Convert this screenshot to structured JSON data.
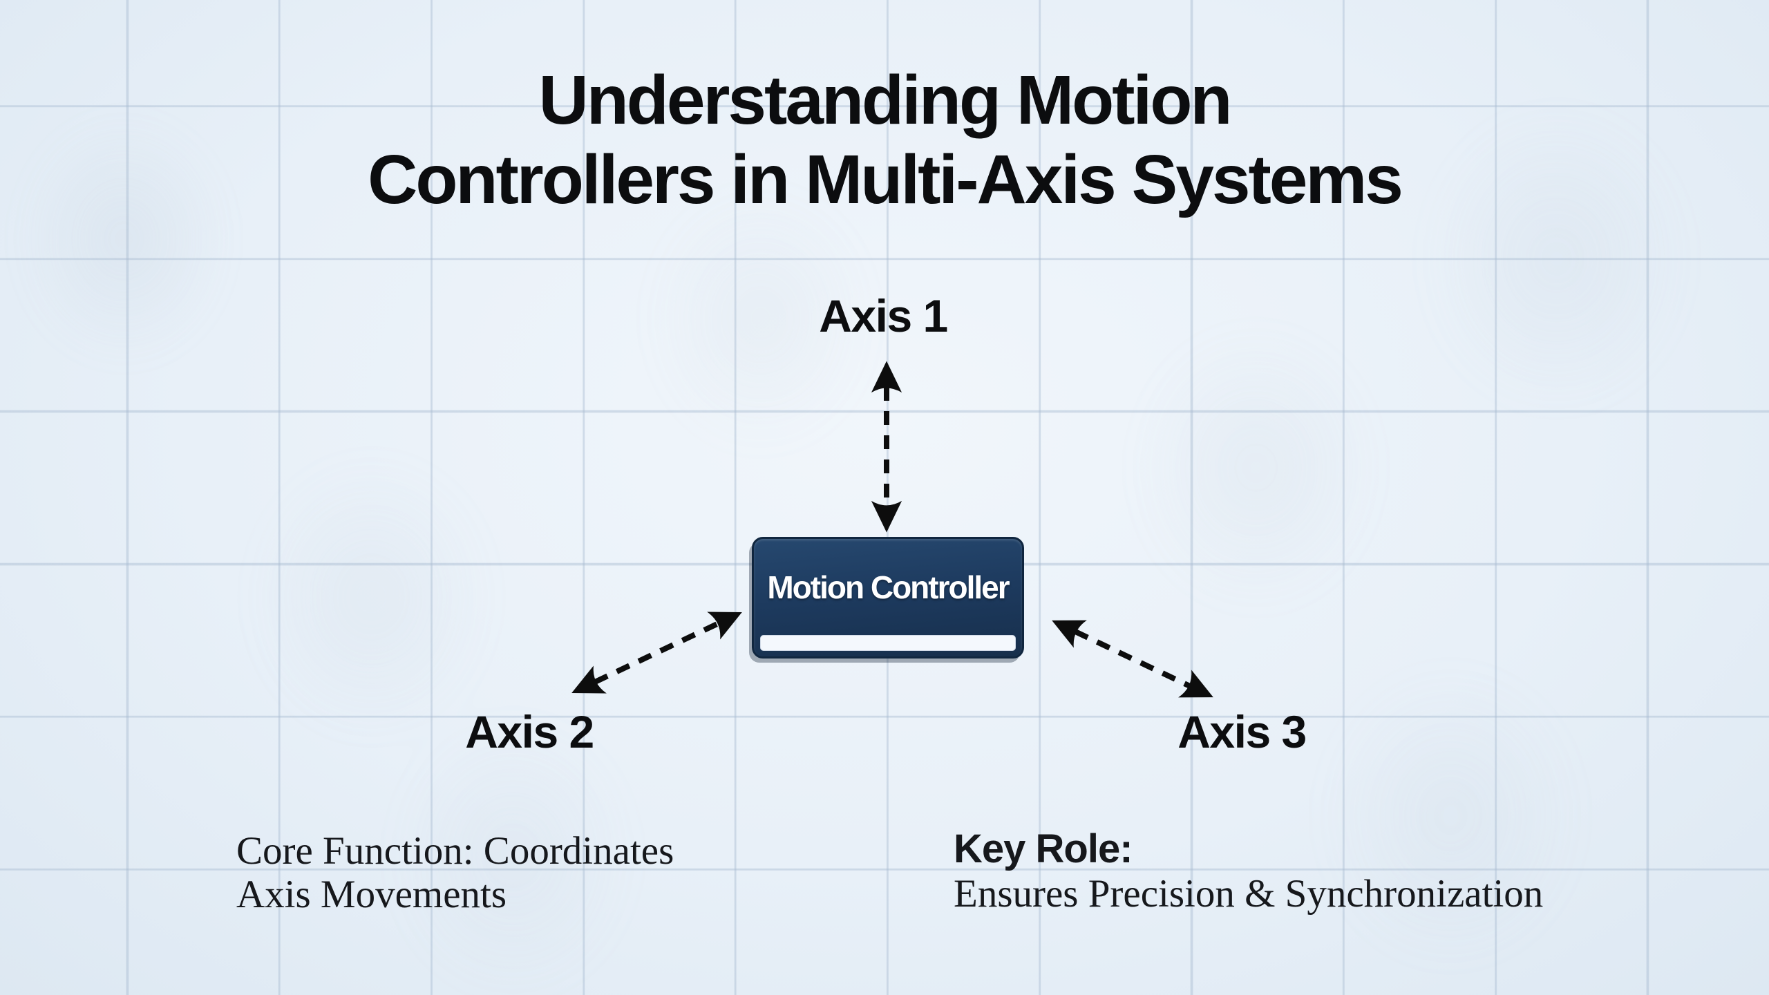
{
  "title": {
    "line1": "Understanding Motion",
    "line2": "Controllers in Multi-Axis Systems"
  },
  "diagram": {
    "controller": {
      "label": "Motion Controller"
    },
    "axes": [
      {
        "label": "Axis 1"
      },
      {
        "label": "Axis 2"
      },
      {
        "label": "Axis 3"
      }
    ],
    "connector_style": "dashed-double-arrow"
  },
  "notes": {
    "core_function": {
      "line1": "Core Function: Coordinates",
      "line2": "Axis Movements"
    },
    "key_role": {
      "heading": "Key Role:",
      "text": "Ensures Precision & Synchronization"
    }
  },
  "colors": {
    "background": "#e8f0f8",
    "grid_line": "#a8bbd1",
    "box": "#1d3a5e",
    "box_border": "#10263f",
    "box_text": "#ffffff",
    "bar": "#f4f8fd",
    "arrow": "#0d0d0d",
    "text": "#0c0d0f"
  }
}
